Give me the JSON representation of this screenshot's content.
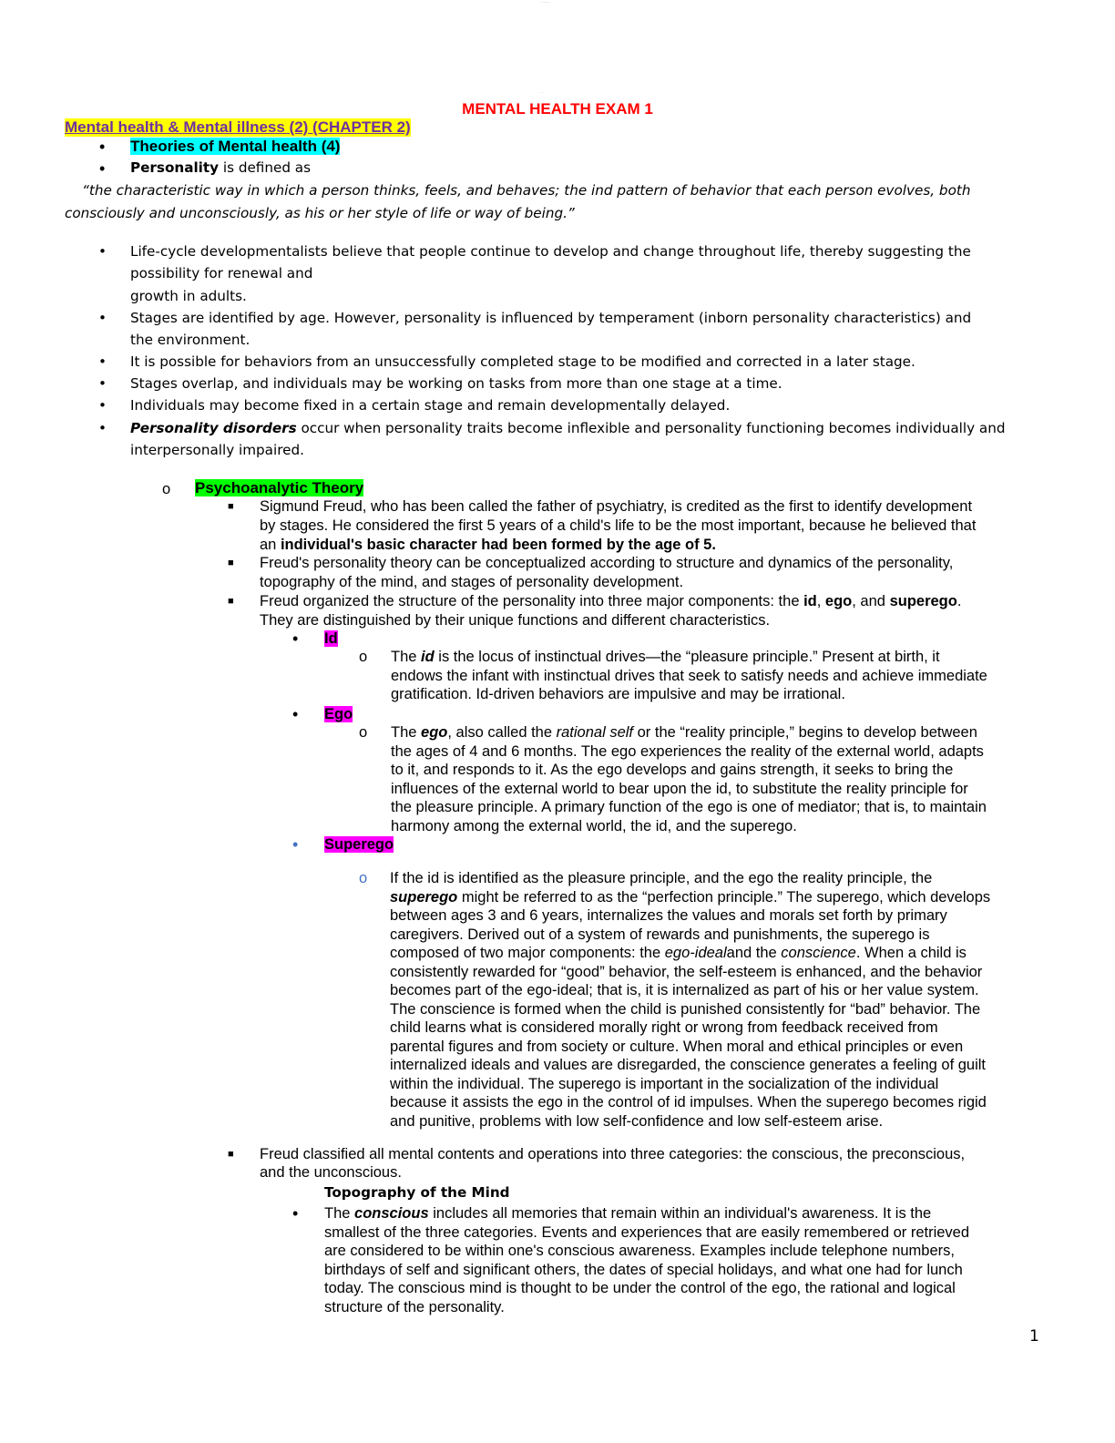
{
  "header": {
    "title": "MENTAL HEALTH EXAM 1",
    "chapter": "Mental health & Mental illness (2) (CHAPTER 2)"
  },
  "intro": {
    "theories": "Theories of Mental health (4)",
    "personality_bold": "Personality",
    "personality_rest": " is defined as",
    "quote_line1": "“the characteristic way in which a person thinks, feels, and behaves; the ind pattern of behavior that each person evolves, both",
    "quote_line2": "consciously and unconsciously, as his or her style of life or way of being.”"
  },
  "bullets": [
    {
      "lines": [
        "Life-cycle developmentalists believe that people continue to develop and change throughout life, thereby suggesting the",
        "possibility for renewal and",
        "growth in adults."
      ]
    },
    {
      "lines": [
        "Stages are identified by age. However, personality is influenced by temperament (inborn personality characteristics) and",
        "the environment."
      ]
    },
    {
      "lines": [
        "It is possible for behaviors from an unsuccessfully completed stage to be modified and corrected in a later stage."
      ]
    },
    {
      "lines": [
        "Stages overlap, and individuals may be working on tasks from more than one stage at a time."
      ]
    },
    {
      "lines": [
        "Individuals may become fixed in a certain stage and remain developmentally delayed."
      ]
    }
  ],
  "disorders": {
    "bold": "Personality disorders",
    "rest": " occur when personality traits become inflexible and personality functioning becomes individually and",
    "line2": "interpersonally impaired."
  },
  "psychoanalytic": {
    "heading": "Psychoanalytic Theory",
    "freud1": {
      "line1": "Sigmund Freud, who has been called the father of psychiatry, is credited as the first to identify development",
      "line2": "by stages. He considered the first 5 years of a child's life to be the most important, because he believed that",
      "line3_pre": "an ",
      "line3_bold": "individual's basic character had been formed by the age of 5."
    },
    "freud2": {
      "line1": "Freud's personality theory can be conceptualized according to structure and dynamics of the personality,",
      "line2": "topography of the mind, and stages of personality development."
    },
    "freud3": {
      "line1_pre": "Freud organized the structure of the personality into three major components: the ",
      "id": "id",
      "comma1": ", ",
      "ego": "ego",
      "and": ", and ",
      "superego": "superego",
      "dot": ".",
      "line2": "They are distinguished by their unique functions and different characteristics."
    },
    "id_section": {
      "label": "Id",
      "p_pre": "The ",
      "p_word": "id",
      "p_rest": " is the locus of instinctual drives—the “pleasure principle.” Present at birth, it",
      "line2": "endows the infant with instinctual drives that seek to satisfy needs and achieve immediate",
      "line3": "gratification. Id-driven behaviors are impulsive and may be irrational."
    },
    "ego_section": {
      "label": "Ego",
      "p_pre": "The ",
      "p_word": "ego",
      "p_mid": ", also called the ",
      "p_ital": "rational self",
      "p_rest": " or the “reality principle,” begins to develop between",
      "lines": [
        "the ages of 4 and 6 months. The ego experiences the reality of the external world, adapts",
        "to it, and responds to it. As the ego develops and gains strength, it seeks to bring the",
        "influences of the external world to bear upon the id, to substitute the reality principle for",
        "the pleasure principle. A primary function of the ego is one of mediator; that is, to maintain",
        "harmony among the external world, the id, and the superego."
      ]
    },
    "superego_section": {
      "label": "Superego",
      "line1": "If the id is identified as the pleasure principle, and the ego the reality principle, the",
      "line2_word": "superego",
      "line2_rest": " might be referred to as the “perfection principle.” The superego, which develops",
      "line3": "between ages 3 and 6 years, internalizes the values and morals set forth by primary",
      "line4": "caregivers. Derived out of a system of rewards and punishments, the superego is",
      "line5_pre": "composed of two major components: the ",
      "line5_i1": "ego-ideal",
      "line5_mid": "and the ",
      "line5_i2": "conscience",
      "line5_rest": ". When a child is",
      "lines": [
        "consistently rewarded for “good” behavior, the self-esteem is enhanced, and the behavior",
        "becomes part of the ego-ideal; that is, it is internalized as part of his or her value system.",
        "The conscience is formed when the child is punished consistently for “bad” behavior. The",
        "child learns what is considered morally right or wrong from feedback received from",
        "parental figures and from society or culture. When moral and ethical principles or even",
        "internalized ideals and values are disregarded, the conscience generates a feeling of guilt",
        "within the individual. The superego is important in the socialization of the individual",
        "because it assists the ego in the control of id impulses. When the superego becomes rigid",
        "and punitive, problems with low self-confidence and low self-esteem arise."
      ]
    },
    "freud4": {
      "line1": "Freud classified all mental contents and operations into three categories: the conscious, the preconscious,",
      "line2": "and the unconscious."
    },
    "topography": {
      "heading": "Topography of the Mind",
      "c_pre": "The ",
      "c_word": "conscious",
      "c_rest": " includes all memories that remain within an individual's awareness. It is the",
      "lines": [
        "smallest of the three categories. Events and experiences that are easily remembered or retrieved",
        "are considered to be within one's conscious awareness. Examples include telephone numbers,",
        "birthdays of self and significant others, the dates of special holidays, and what one had for lunch",
        "today. The conscious mind is thought to be under the control of the ego, the rational and logical",
        "structure of the personality."
      ]
    }
  },
  "footer": {
    "page_number": "1"
  }
}
